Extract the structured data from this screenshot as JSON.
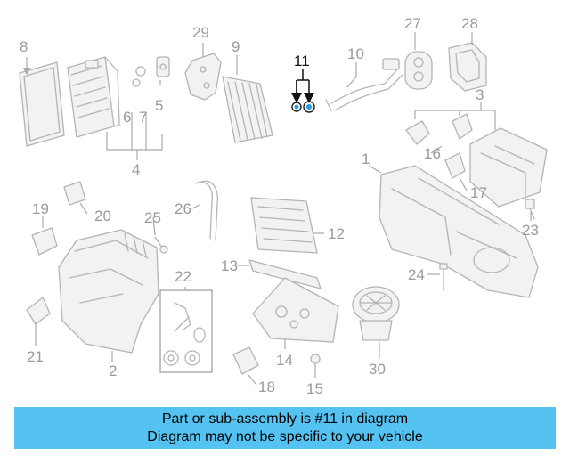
{
  "callouts": {
    "n1": "1",
    "n2": "2",
    "n3": "3",
    "n4": "4",
    "n5": "5",
    "n6": "6",
    "n7": "7",
    "n8": "8",
    "n9": "9",
    "n10": "10",
    "n11": "11",
    "n12": "12",
    "n13": "13",
    "n14": "14",
    "n15": "15",
    "n16": "16",
    "n17": "17",
    "n18": "18",
    "n19": "19",
    "n20": "20",
    "n21": "21",
    "n22": "22",
    "n23": "23",
    "n24": "24",
    "n25": "25",
    "n26": "26",
    "n27": "27",
    "n28": "28",
    "n29": "29",
    "n30": "30"
  },
  "highlight_color": "#111111",
  "banner": {
    "line1": "Part or sub-assembly is #11 in diagram",
    "line2": "Diagram may not be specific to your vehicle",
    "color": "#55c3f2"
  }
}
